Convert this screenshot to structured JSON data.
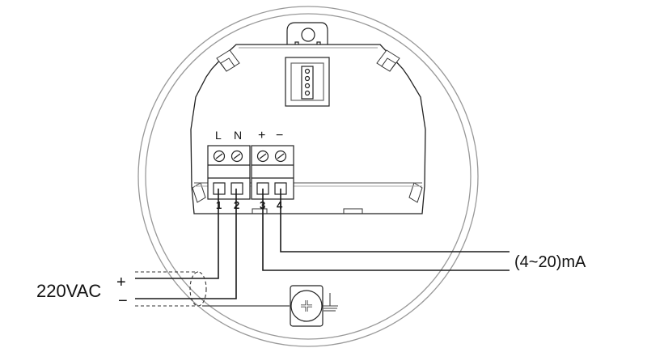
{
  "terminal_labels": {
    "l": "L",
    "n": "N",
    "plus": "+",
    "minus": "−"
  },
  "terminal_numbers": [
    "1",
    "2",
    "3",
    "4"
  ],
  "power": {
    "label": "220VAC",
    "plus": "+",
    "minus": "−"
  },
  "signal": {
    "label": "(4~20)mA"
  },
  "colors": {
    "line": "#1a1a1a",
    "housing": "#8a8a8a"
  }
}
